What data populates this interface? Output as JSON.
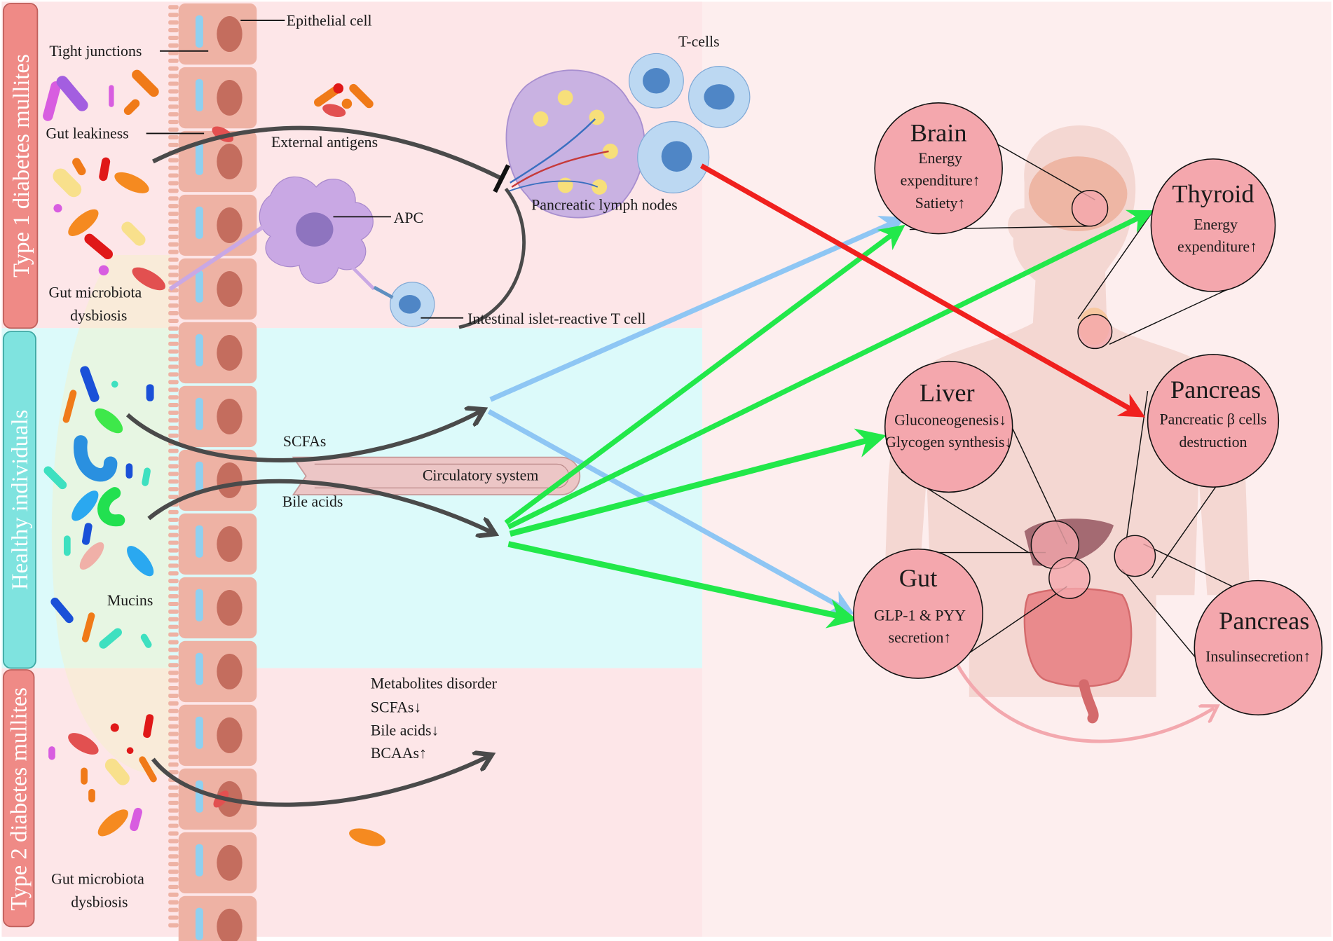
{
  "panels": {
    "t1d": {
      "label": "Type 1 diabetes mullites",
      "bg": "#fde6e8",
      "tab": "#ef8a86"
    },
    "healthy": {
      "label": "Healthy individuals",
      "bg": "#dcfafa",
      "tab": "#7fe3df"
    },
    "t2d": {
      "label": "Type 2 diabetes mullites",
      "bg": "#fde6e8",
      "tab": "#ef8a86"
    }
  },
  "t1d_labels": {
    "epithelial_cell": "Epithelial cell",
    "tight_junctions": "Tight junctions",
    "gut_leakiness": "Gut leakiness",
    "external_antigens": "External antigens",
    "apc": "APC",
    "gut_microbiota_l1": "Gut microbiota",
    "gut_microbiota_l2": "dysbiosis",
    "t_cells": "T-cells",
    "pancreatic_lymph_nodes": "Pancreatic lymph nodes",
    "islet_reactive_t_cell": "Intestinal islet-reactive T cell"
  },
  "healthy_labels": {
    "scfas": "SCFAs",
    "bile_acids": "Bile acids",
    "circulatory_system": "Circulatory system",
    "mucins": "Mucins"
  },
  "t2d_labels": {
    "metabolites_disorder": "Metabolites disorder",
    "scfas": "SCFAs↓",
    "bile_acids": "Bile acids↓",
    "bcaas": "BCAAs↑",
    "gut_microbiota_l1": "Gut microbiota",
    "gut_microbiota_l2": "dysbiosis"
  },
  "organs": {
    "brain": {
      "title": "Brain",
      "lines": [
        "Energy",
        "expenditure↑",
        "Satiety↑"
      ]
    },
    "thyroid": {
      "title": "Thyroid",
      "lines": [
        "Energy",
        "expenditure↑"
      ]
    },
    "liver": {
      "title": "Liver",
      "lines": [
        "Gluconeogenesis↓",
        "Glycogen synthesis↓"
      ]
    },
    "pancreas_t1d": {
      "title": "Pancreas",
      "lines": [
        "Pancreatic β cells",
        "destruction"
      ]
    },
    "gut": {
      "title": "Gut",
      "lines": [
        "GLP-1 & PYY",
        "secretion↑"
      ]
    },
    "pancreas_insulin": {
      "title": "Pancreas",
      "lines": [
        "Insulinsecretion↑"
      ]
    }
  },
  "colors": {
    "organ_fill": "#f4a7ad",
    "arrow_green": "#22e84a",
    "arrow_blue": "#8ec6f4",
    "arrow_red": "#f0201e",
    "arrow_dark": "#4a4a4a",
    "epithelium": "#eeb2a4",
    "nucleus": "#c46d5e",
    "junction": "#8fd0f0",
    "body_silhouette": "#f2d2cc"
  }
}
